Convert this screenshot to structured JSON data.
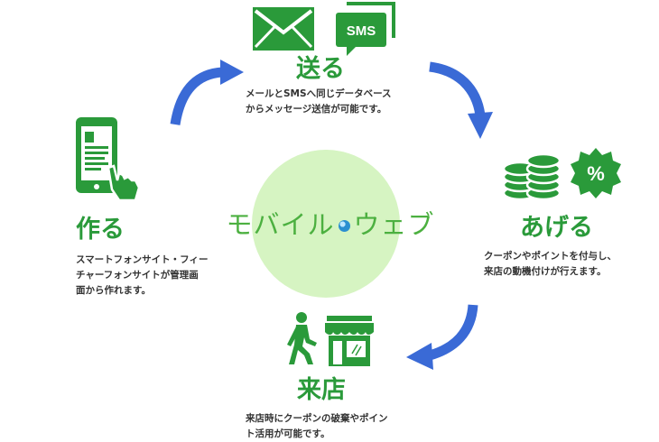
{
  "colors": {
    "green": "#2a9a3a",
    "arrow": "#3a6ad6",
    "circle": "#d6f4c2",
    "text": "#333333"
  },
  "center": {
    "logo_left": "モバイル",
    "logo_right": "ウェブ"
  },
  "steps": {
    "send": {
      "title": "送る",
      "desc": "メールとSMSへ同じデータベース\nからメッセージ送信が可能です。",
      "icons": [
        "envelope-icon",
        "sms-icon"
      ],
      "sms_label": "SMS"
    },
    "give": {
      "title": "あげる",
      "desc": "クーポンやポイントを付与し、\n来店の動機付けが行えます。",
      "icons": [
        "coin-stack-icon",
        "percent-badge-icon"
      ],
      "percent_label": "%"
    },
    "visit": {
      "title": "来店",
      "desc": "来店時にクーポンの破棄やポイン\nト活用が可能です。",
      "icons": [
        "walking-person-icon",
        "storefront-icon"
      ]
    },
    "create": {
      "title": "作る",
      "desc": "スマートフォンサイト・フィー\nチャーフォンサイトが管理画\n面から作れます。",
      "icons": [
        "smartphone-touch-icon"
      ]
    }
  }
}
